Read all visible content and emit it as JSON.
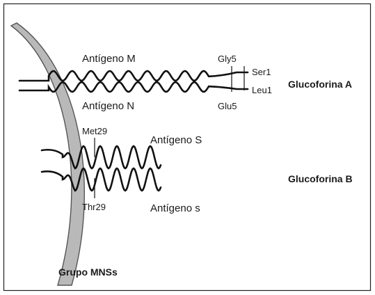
{
  "labels": {
    "antigen_m": "Antígeno M",
    "antigen_n": "Antígeno N",
    "gly5": "Gly5",
    "glu5": "Glu5",
    "ser1": "Ser1",
    "leu1": "Leu1",
    "glycophorin_a": "Glucoforina A",
    "met29": "Met29",
    "thr29": "Thr29",
    "antigen_s_upper": "Antígeno S",
    "antigen_s_lower": "Antígeno s",
    "glycophorin_b": "Glucoforina B",
    "group": "Grupo MNSs"
  },
  "colors": {
    "border": "#222222",
    "membrane_fill": "#b9b9b9",
    "membrane_stroke": "#555555",
    "strand": "#111111",
    "text": "#1a1a1a"
  }
}
